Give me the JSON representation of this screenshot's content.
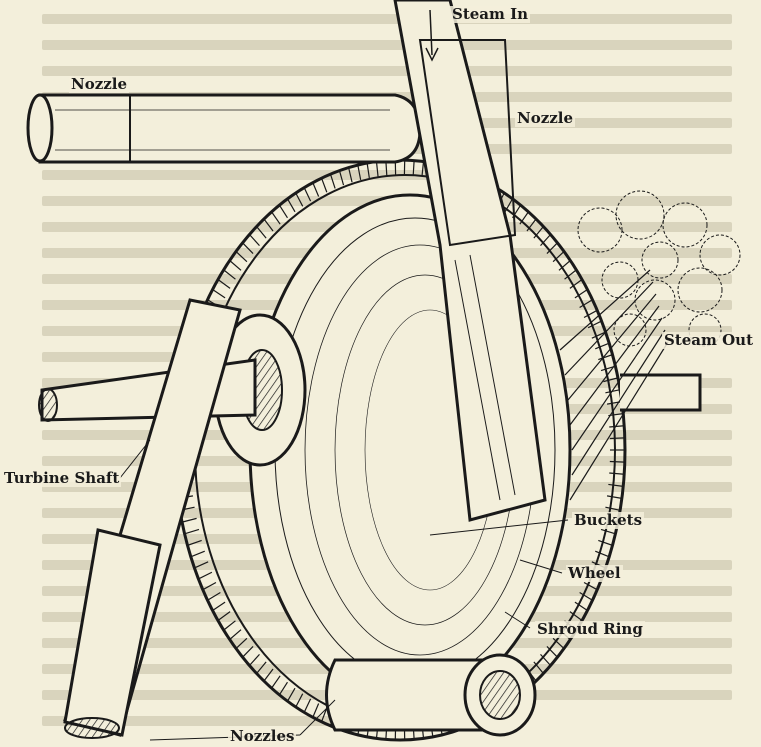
{
  "labels": {
    "steam_in": "Steam In",
    "nozzle_top_left": "Nozzle",
    "nozzle_top_center": "Nozzle",
    "steam_out": "Steam Out",
    "turbine_shaft": "Turbine Shaft",
    "buckets": "Buckets",
    "wheel": "Wheel",
    "shroud_ring": "Shroud Ring",
    "nozzles": "Nozzles"
  },
  "colors": {
    "paper": "#f3efdb",
    "ink": "#1a1a1a",
    "faded_text": "#d9d4bd"
  }
}
